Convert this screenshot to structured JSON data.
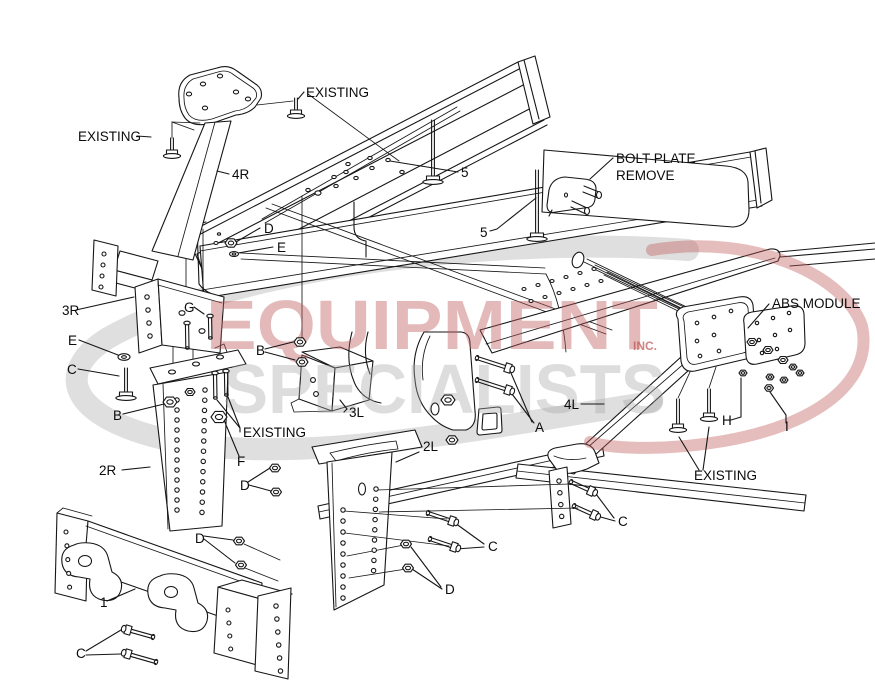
{
  "diagram": {
    "kind": "exploded-parts-installation-diagram"
  },
  "colors": {
    "background": "#ffffff",
    "line": "#161616",
    "watermark_red": "#c05a5a",
    "watermark_gray": "#a8a8a8",
    "swoosh_gray": "#dcdcdc",
    "abs_module_fill": "#151515"
  },
  "watermark": {
    "line1": "EQUIPMENT",
    "line2": "SPECIALISTS",
    "suffix": "INC."
  },
  "callouts": {
    "existing": "EXISTING",
    "bolt_plate_line1": "BOLT PLATE",
    "bolt_plate_line2": "REMOVE",
    "abs_module": "ABS MODULE",
    "part1": "1",
    "part2r": "2R",
    "part2l": "2L",
    "part3r": "3R",
    "part3l": "3L",
    "part4r": "4R",
    "part4l": "4L",
    "part5": "5",
    "refA": "A",
    "refB": "B",
    "refC": "C",
    "refD": "D",
    "refE": "E",
    "refF": "F",
    "refG": "G",
    "refH": "H",
    "refI": "I"
  }
}
